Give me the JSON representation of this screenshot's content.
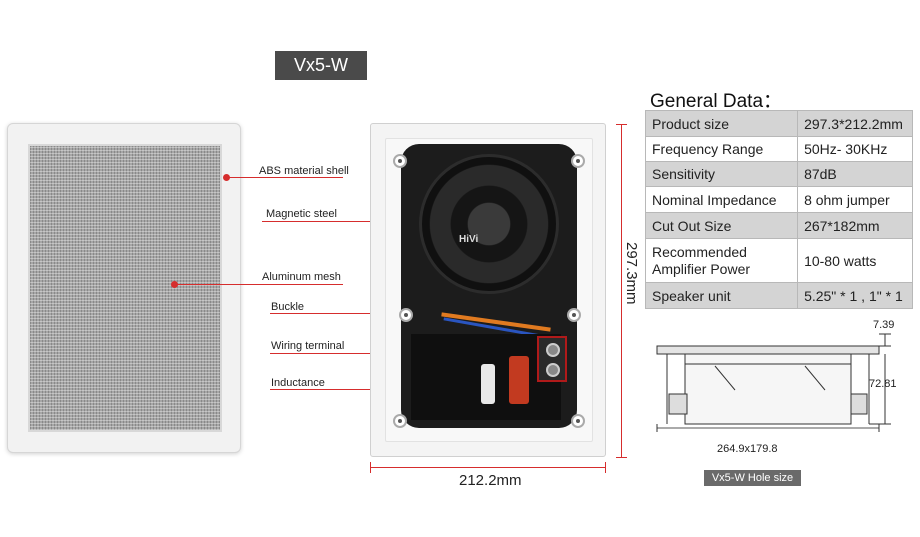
{
  "model": "Vx5-W",
  "callouts": [
    {
      "label": "ABS material shell"
    },
    {
      "label": "Magnetic steel"
    },
    {
      "label": "Aluminum mesh"
    },
    {
      "label": "Buckle"
    },
    {
      "label": "Wiring terminal"
    },
    {
      "label": "Inductance"
    }
  ],
  "back_view": {
    "woofer_brand": "HiVi"
  },
  "dimensions": {
    "height": "297.3mm",
    "width": "212.2mm"
  },
  "specs": {
    "title": "General Data：",
    "rows": [
      {
        "key": "Product size",
        "value": "297.3*212.2mm"
      },
      {
        "key": "Frequency Range",
        "value": "50Hz- 30KHz"
      },
      {
        "key": "Sensitivity",
        "value": "87dB"
      },
      {
        "key": "Nominal Impedance",
        "value": "8 ohm jumper"
      },
      {
        "key": "Cut Out Size",
        "value": "267*182mm"
      },
      {
        "key": "Recommended\nAmplifier Power",
        "value": "10-80 watts"
      },
      {
        "key": "Speaker unit",
        "value": "5.25\" * 1 , 1\" * 1"
      }
    ]
  },
  "hole_diagram": {
    "top_dim": "7.39",
    "side_dim": "72.81",
    "bottom_dim": "264.9x179.8",
    "caption": "Vx5-W Hole size"
  },
  "colors": {
    "accent_red": "#d62d2d",
    "badge_bg": "#4a4a4a",
    "table_shade": "#d4d4d4"
  }
}
